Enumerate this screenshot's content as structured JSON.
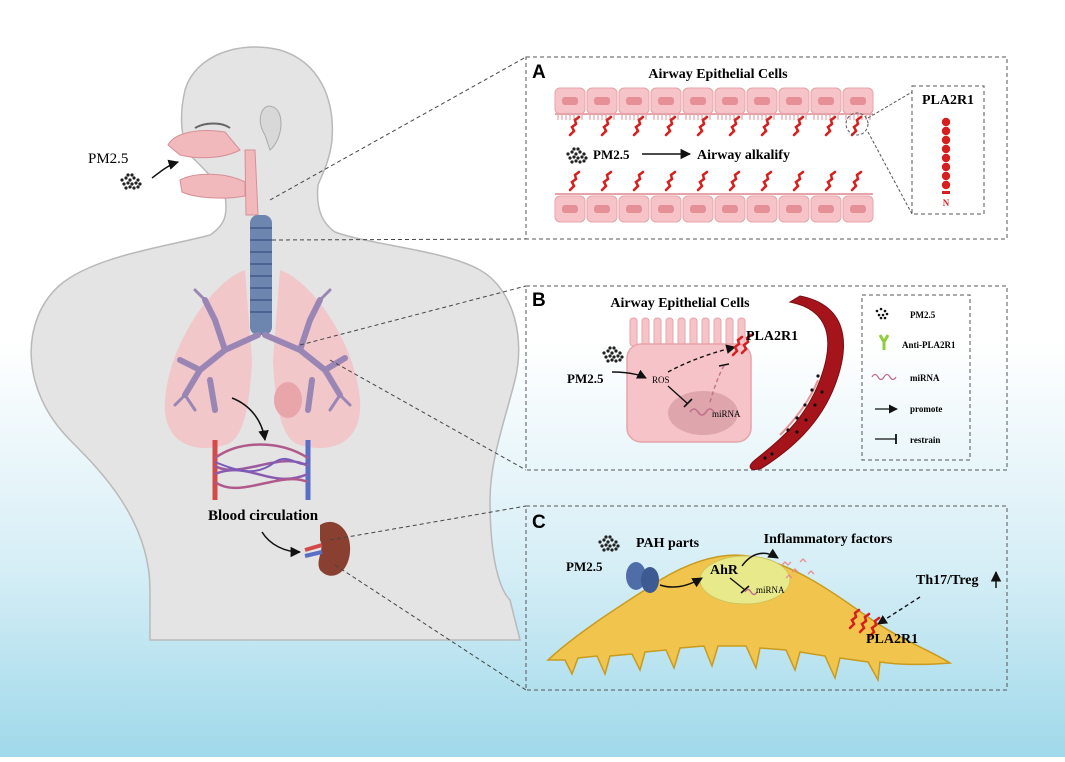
{
  "colors": {
    "bg_top": "#ffffff",
    "bg_bottom": "#9fd9ea",
    "body_fill": "#e4e4e4",
    "body_stroke": "#b9b9b9",
    "lung": "#f2c3c6",
    "trachea": "#6d86b0",
    "bronchi": "#9a86b5",
    "epithelial": "#f6c4c8",
    "epithelial_dark": "#e58f96",
    "receptor": "#d62020",
    "vessel": "#a5141b",
    "dendritic": "#f1c44e",
    "dendritic_stroke": "#c89b1f",
    "nucleus": "#e8e98a",
    "kidney": "#8a4030",
    "vein_red": "#d34a4a",
    "vein_blue": "#5a6ec8",
    "panel_border": "#555555"
  },
  "left": {
    "pm25_label": "PM2.5",
    "blood_circulation": "Blood circulation"
  },
  "panelA": {
    "letter": "A",
    "title": "Airway Epithelial Cells",
    "pm25": "PM2.5",
    "effect": "Airway alkalify",
    "zoom_title": "PLA2R1",
    "zoom_n": "N"
  },
  "panelB": {
    "letter": "B",
    "title": "Airway Epithelial Cells",
    "receptor": "PLA2R1",
    "pm25": "PM2.5",
    "ros": "ROS",
    "mirna": "miRNA",
    "legend": [
      {
        "icon": "pm25-particles-icon",
        "label": "PM2.5"
      },
      {
        "icon": "antibody-icon",
        "label": "Anti-PLA2R1"
      },
      {
        "icon": "mirna-icon",
        "label": "miRNA"
      },
      {
        "icon": "promote-arrow-icon",
        "label": "promote"
      },
      {
        "icon": "restrain-icon",
        "label": "restrain"
      }
    ]
  },
  "panelC": {
    "letter": "C",
    "pm25": "PM2.5",
    "pah": "PAH parts",
    "ahr": "AhR",
    "mirna": "miRNA",
    "inflammatory": "Inflammatory factors",
    "th17": "Th17/Treg",
    "receptor": "PLA2R1"
  }
}
